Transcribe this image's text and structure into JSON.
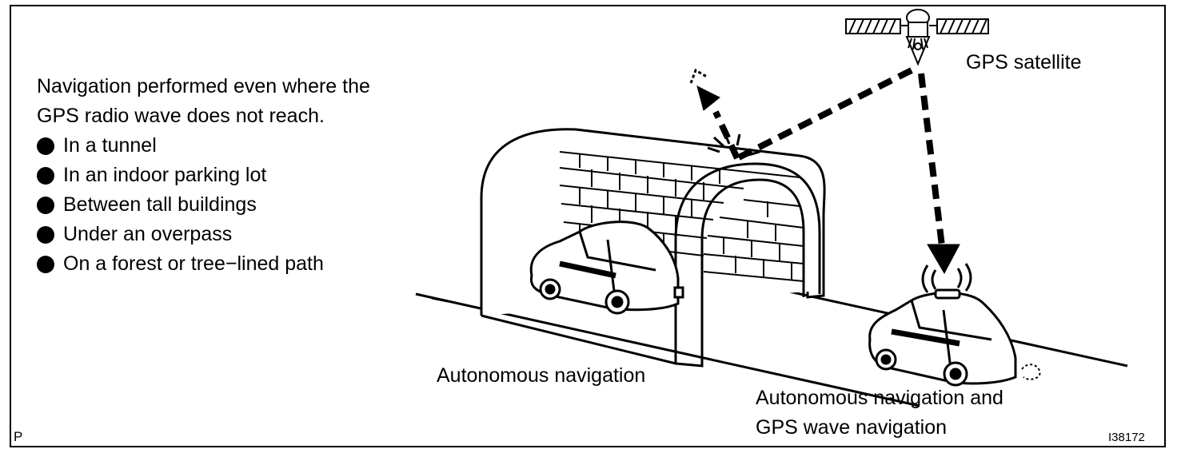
{
  "intro": {
    "line1": "Navigation performed even where the",
    "line2": "GPS radio wave does not reach."
  },
  "conditions": [
    "In a tunnel",
    "In an indoor parking lot",
    "Between tall buildings",
    "Under an overpass",
    "On a forest or tree−lined path"
  ],
  "labels": {
    "satellite": "GPS satellite",
    "autonomous": "Autonomous navigation",
    "combined_line1": "Autonomous navigation and",
    "combined_line2": "GPS wave navigation"
  },
  "corner_mark": "P",
  "figure_id": "I38172",
  "colors": {
    "ink": "#000000",
    "paper": "#ffffff"
  }
}
